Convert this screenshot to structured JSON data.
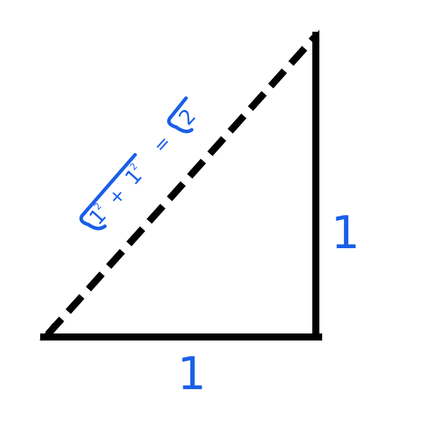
{
  "diagram": {
    "base_label": "1",
    "height_label": "1",
    "formula": {
      "radicand_a": "1",
      "radicand_a_exp": "2",
      "plus": "+",
      "radicand_b": "1",
      "radicand_b_exp": "2",
      "equals": "=",
      "result": "2"
    },
    "colors": {
      "outline": "#000000",
      "label": "#1a5fe8"
    }
  }
}
